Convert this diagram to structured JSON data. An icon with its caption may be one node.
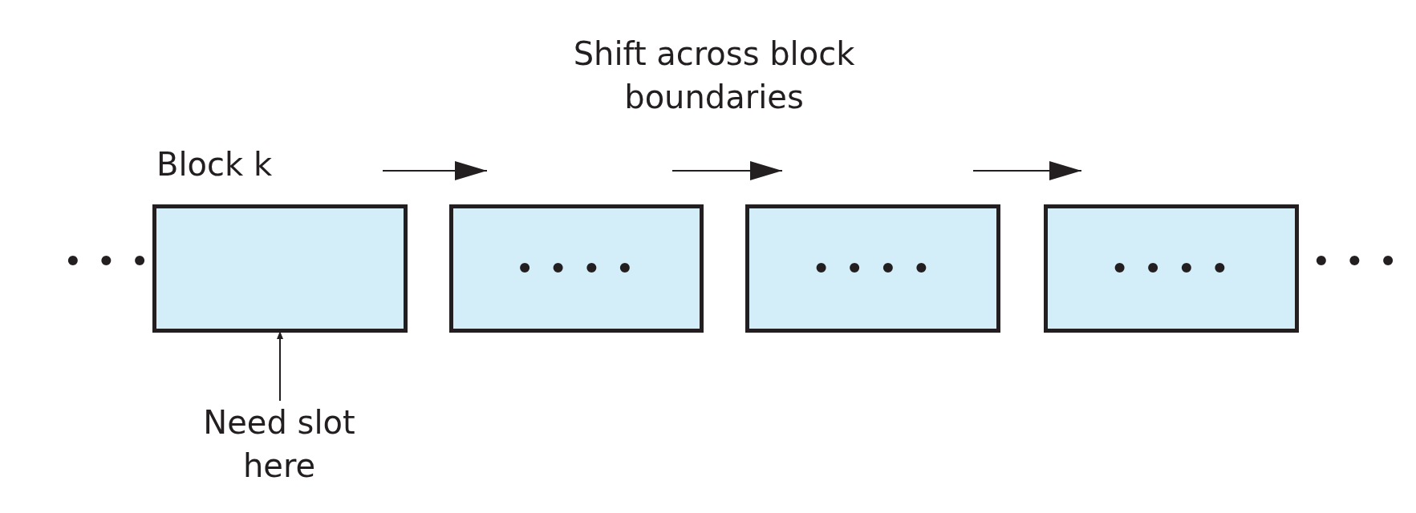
{
  "diagram": {
    "nodes": [
      {
        "text": [
          "Block k"
        ]
      },
      {
        "text": [
          "• • • •"
        ]
      },
      {
        "text": [
          "• • • •"
        ]
      },
      {
        "text": [
          "• • • •"
        ]
      },
      {
        "text": [
          "Need slot here"
        ]
      }
    ],
    "edges": [
      {
        "from": 4,
        "to": 0,
        "arrow": "to"
      }
    ],
    "labels": [
      "Shift across block boundaries",
      "• • •",
      "• • •"
    ]
  }
}
